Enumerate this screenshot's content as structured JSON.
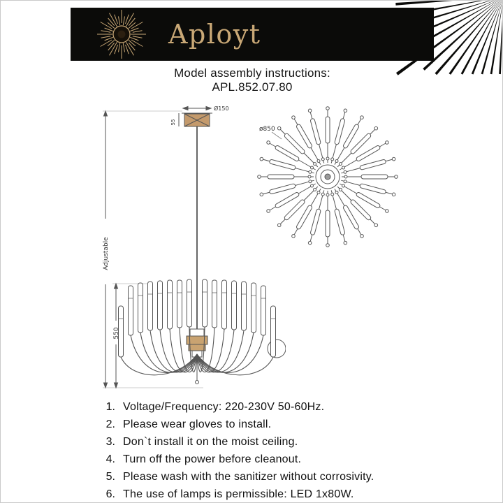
{
  "colors": {
    "gold": "#c9a876",
    "banner_bg": "#0b0b09",
    "line": "#555555",
    "bronze": "#c49a6c",
    "bronze_hub": "#c9a371"
  },
  "header": {
    "brand": "Aployt"
  },
  "title": {
    "line1": "Model assembly instructions:",
    "line2": "APL.852.07.80"
  },
  "diagrams": {
    "side_view": {
      "canopy_width_label": "Ø150",
      "canopy_height_label": "55",
      "adjustable_label": "Adjustable",
      "body_height_label": "550"
    },
    "top_view": {
      "diameter_label": "ø850"
    }
  },
  "instructions": [
    {
      "num": "1.",
      "text": "Voltage/Frequency: 220-230V 50-60Hz."
    },
    {
      "num": "2.",
      "text": "Please wear gloves to install."
    },
    {
      "num": "3.",
      "text": "Don`t install it on the moist ceiling."
    },
    {
      "num": "4.",
      "text": "Turn off the power before cleanout."
    },
    {
      "num": "5.",
      "text": "Please wash with the sanitizer without corrosivity."
    },
    {
      "num": "6.",
      "text": "The use of lamps is permissible: LED 1x80W."
    }
  ]
}
